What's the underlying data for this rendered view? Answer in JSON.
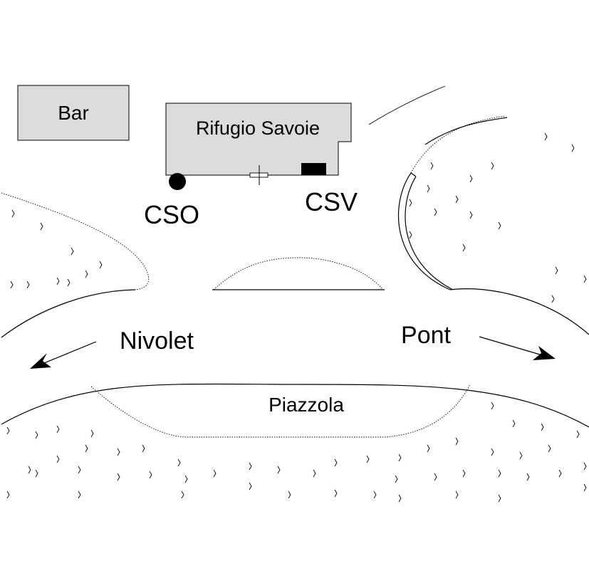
{
  "labels": {
    "bar": "Bar",
    "rifugio": "Rifugio Savoie",
    "cso": "CSO",
    "csv": "CSV",
    "nivolet": "Nivolet",
    "pont": "Pont",
    "piazzola": "Piazzola"
  },
  "colors": {
    "building_fill": "#dcdcdc",
    "ink": "#000000",
    "background": "#ffffff"
  }
}
